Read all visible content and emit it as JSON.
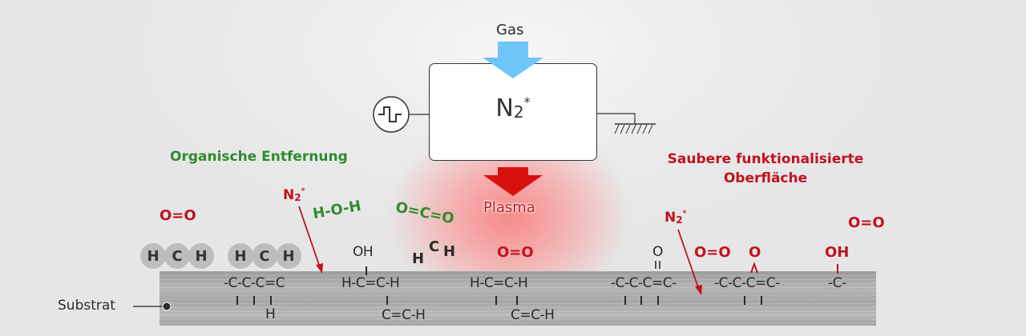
{
  "diagram": {
    "gas_label": "Gas",
    "chamber": {
      "species": "N",
      "subscript": "2",
      "superscript": "*"
    },
    "plasma_label": "Plasma",
    "substrate_label": "Substrat",
    "left_title": "Organische Entfernung",
    "right_title_line1": "Saubere funktionalisierte",
    "right_title_line2": "Oberfläche",
    "colors": {
      "gas_arrow": "#6ec6f8",
      "plasma_arrow": "#d91010",
      "red_text": "#c1121f",
      "green_text": "#2e8b2e",
      "dark_text": "#2b2b2b"
    },
    "left_side": {
      "oxygen": "O=O",
      "excited_nitrogen": {
        "species": "N",
        "subscript": "2",
        "superscript": "*"
      },
      "water": "H-O-H",
      "co2": "O=C=O",
      "methylene_free": {
        "h_left": "H",
        "c": "C",
        "h_right": "H"
      },
      "adsorbed_groups": [
        {
          "atoms": [
            "H",
            "C",
            "H"
          ]
        },
        {
          "atoms": [
            "H",
            "C",
            "H"
          ]
        }
      ],
      "chain1": {
        "backbone": "-C-C-C=C",
        "below": "H"
      },
      "chain2": {
        "top": "OH",
        "backbone": "H-C=C-H",
        "branch": "C=C-H"
      }
    },
    "center": {
      "oxygen": "O=O",
      "chain3": {
        "backbone": "H-C=C-H",
        "branch": "C=C-H"
      }
    },
    "right_side": {
      "excited_nitrogen": {
        "species": "N",
        "subscript": "2",
        "superscript": "*"
      },
      "oxygen_1": "O=O",
      "oxygen_2": "O=O",
      "chain4": {
        "top": "O",
        "backbone": "-C-C-C=C-"
      },
      "chain5": {
        "top": "O",
        "backbone": "-C-C-C=C-"
      },
      "chain6": {
        "top": "OH",
        "backbone": "-C-"
      }
    }
  }
}
